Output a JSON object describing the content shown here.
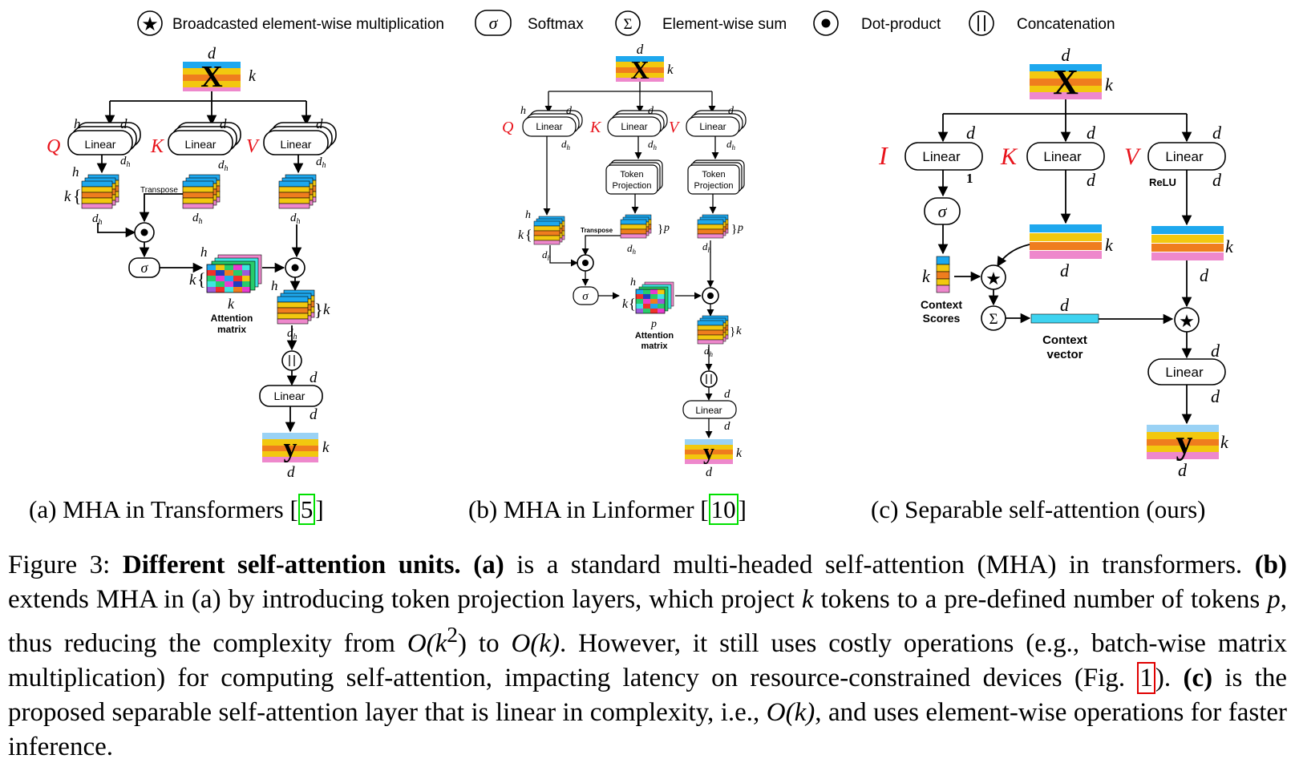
{
  "legend": {
    "star_label": "Broadcasted element-wise multiplication",
    "sigma_symbol": "σ",
    "softmax_label": "Softmax",
    "sum_symbol": "Σ",
    "sum_label": "Element-wise sum",
    "dot_label": "Dot-product",
    "concat_label": "Concatenation"
  },
  "colors": {
    "blue": "#1ea8ee",
    "yellow": "#f2c80f",
    "orange": "#ef7d1e",
    "pink": "#ee88cc",
    "red_label": "#e8141c",
    "green": "#27cc6a",
    "magenta": "#e83bd0",
    "cyan": "#3ee6e0",
    "purple": "#9c5bd9",
    "red_cell": "#f0302a",
    "navy": "#1f3fbf"
  },
  "symbols": {
    "X": "X",
    "y": "y",
    "Q": "Q",
    "K": "K",
    "V": "V",
    "I": "I",
    "d": "d",
    "k": "k",
    "h": "h",
    "p": "p",
    "dh_base": "d",
    "dh_sub": "h",
    "one": "1",
    "relu": "ReLU",
    "brace": "{",
    "brace_close": "}"
  },
  "labels": {
    "linear": "Linear",
    "transpose": "Transpose",
    "token": "Token",
    "projection": "Projection",
    "attention": "Attention",
    "matrix": "matrix",
    "context": "Context",
    "scores": "Scores",
    "vector": "vector"
  },
  "subcaptions": {
    "a_text": "(a) MHA in Transformers [",
    "a_ref": "5",
    "a_close": "]",
    "b_text": "(b) MHA in Linformer [",
    "b_ref": "10",
    "b_close": "]",
    "c_text": "(c) Separable self-attention (ours)"
  },
  "caption": {
    "fig_label": "Figure 3: ",
    "title": "Different self-attention units.",
    "a_tag": "(a)",
    "t1": " is a standard multi-headed self-attention (MHA) in transformers. ",
    "b_tag": "(b)",
    "t2": " extends MHA in (a) by introducing token projection layers, which project ",
    "k1": "k",
    "t3": " tokens to a pre-defined number of tokens ",
    "p1": "p",
    "t4": ", thus reducing the complexity from ",
    "O1": "O",
    "k2": "(k",
    "sq": "2",
    "t5": ")",
    "t6": " to ",
    "O2": "O",
    "k3": "(k)",
    "t7": ". However, it still uses costly operations (e.g., batch-wise matrix multiplication) for computing self-attention, impacting latency on resource-constrained devices (Fig. ",
    "fig_ref": "1",
    "t8": "). ",
    "c_tag": "(c)",
    "t9": " is the proposed separable self-attention layer that is linear in complexity, i.e., ",
    "O3": "O",
    "k4": "(k)",
    "t10": ", and uses element-wise operations for faster inference."
  }
}
